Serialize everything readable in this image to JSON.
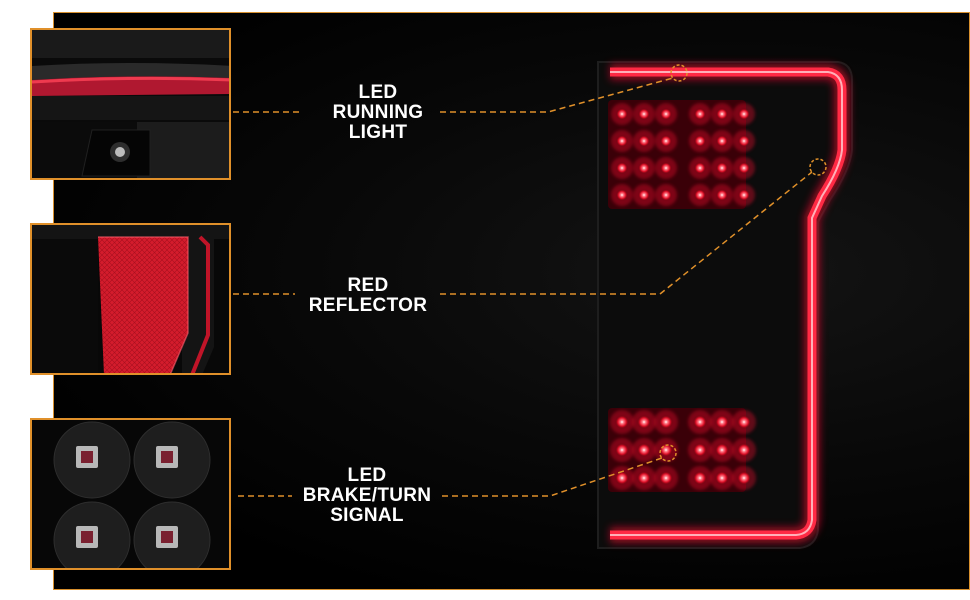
{
  "callouts": [
    {
      "id": "running",
      "label": "LED\nRUNNING\nLIGHT"
    },
    {
      "id": "reflector",
      "label": "RED\nREFLECTOR"
    },
    {
      "id": "brake",
      "label": "LED\nBRAKE/TURN\nSIGNAL"
    }
  ],
  "colors": {
    "accent": "#e0902a",
    "background": "#000000",
    "light_red": "#e8102a",
    "label_text": "#ffffff"
  }
}
